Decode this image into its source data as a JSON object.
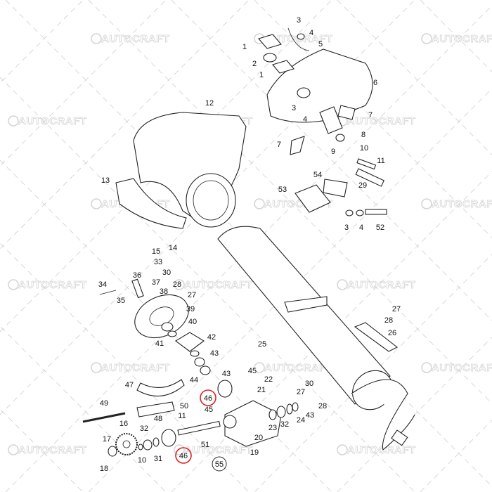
{
  "watermark": {
    "text": "AUTOCRAFT"
  },
  "highlight_color": "#e02020",
  "callouts": [
    {
      "id": "c3a",
      "text": "3"
    },
    {
      "id": "c4a",
      "text": "4"
    },
    {
      "id": "c5",
      "text": "5"
    },
    {
      "id": "c1a",
      "text": "1"
    },
    {
      "id": "c2",
      "text": "2"
    },
    {
      "id": "c1b",
      "text": "1"
    },
    {
      "id": "c6",
      "text": "6"
    },
    {
      "id": "c12",
      "text": "12"
    },
    {
      "id": "c3b",
      "text": "3"
    },
    {
      "id": "c4b",
      "text": "4"
    },
    {
      "id": "c7a",
      "text": "7"
    },
    {
      "id": "c8",
      "text": "8"
    },
    {
      "id": "c9",
      "text": "9"
    },
    {
      "id": "c10a",
      "text": "10"
    },
    {
      "id": "c7b",
      "text": "7"
    },
    {
      "id": "c11a",
      "text": "11"
    },
    {
      "id": "c29",
      "text": "29"
    },
    {
      "id": "c13",
      "text": "13"
    },
    {
      "id": "c54",
      "text": "54"
    },
    {
      "id": "c53",
      "text": "53"
    },
    {
      "id": "c3c",
      "text": "3"
    },
    {
      "id": "c4c",
      "text": "4"
    },
    {
      "id": "c52",
      "text": "52"
    },
    {
      "id": "c15",
      "text": "15"
    },
    {
      "id": "c14",
      "text": "14"
    },
    {
      "id": "c33",
      "text": "33"
    },
    {
      "id": "c30a",
      "text": "30"
    },
    {
      "id": "c28a",
      "text": "28"
    },
    {
      "id": "c27a",
      "text": "27"
    },
    {
      "id": "c36",
      "text": "36"
    },
    {
      "id": "c37",
      "text": "37"
    },
    {
      "id": "c38",
      "text": "38"
    },
    {
      "id": "c34",
      "text": "34"
    },
    {
      "id": "c35",
      "text": "35"
    },
    {
      "id": "c39",
      "text": "39"
    },
    {
      "id": "c40",
      "text": "40"
    },
    {
      "id": "c41",
      "text": "41"
    },
    {
      "id": "c42",
      "text": "42"
    },
    {
      "id": "c43a",
      "text": "43"
    },
    {
      "id": "c44",
      "text": "44"
    },
    {
      "id": "c43b",
      "text": "43"
    },
    {
      "id": "c45a",
      "text": "45"
    },
    {
      "id": "c22",
      "text": "22"
    },
    {
      "id": "c21",
      "text": "21"
    },
    {
      "id": "c27b",
      "text": "27"
    },
    {
      "id": "c30b",
      "text": "30"
    },
    {
      "id": "c28b",
      "text": "28"
    },
    {
      "id": "c27c",
      "text": "27"
    },
    {
      "id": "c28c",
      "text": "28"
    },
    {
      "id": "c26",
      "text": "26"
    },
    {
      "id": "c25",
      "text": "25"
    },
    {
      "id": "c47",
      "text": "47"
    },
    {
      "id": "c49",
      "text": "49"
    },
    {
      "id": "c50",
      "text": "50"
    },
    {
      "id": "c48",
      "text": "48"
    },
    {
      "id": "c11b",
      "text": "11"
    },
    {
      "id": "c45b",
      "text": "45"
    },
    {
      "id": "c16",
      "text": "16"
    },
    {
      "id": "c32a",
      "text": "32"
    },
    {
      "id": "c17",
      "text": "17"
    },
    {
      "id": "c18",
      "text": "18"
    },
    {
      "id": "c10b",
      "text": "10"
    },
    {
      "id": "c31",
      "text": "31"
    },
    {
      "id": "c51",
      "text": "51"
    },
    {
      "id": "c20",
      "text": "20"
    },
    {
      "id": "c23",
      "text": "23"
    },
    {
      "id": "c32b",
      "text": "32"
    },
    {
      "id": "c24",
      "text": "24"
    },
    {
      "id": "c43c",
      "text": "43"
    },
    {
      "id": "c19",
      "text": "19"
    }
  ],
  "highlighted_callouts": [
    {
      "id": "h46a",
      "text": "46"
    },
    {
      "id": "h46b",
      "text": "46"
    }
  ],
  "assembly_callout": {
    "text": "55"
  }
}
